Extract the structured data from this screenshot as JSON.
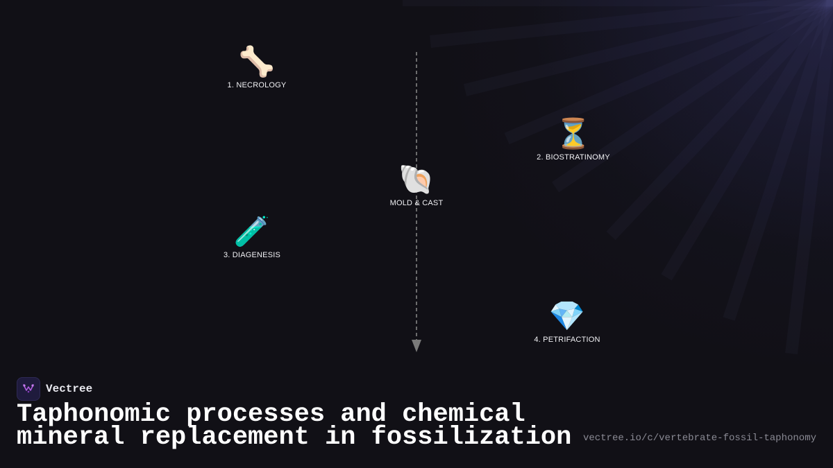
{
  "diagram": {
    "nodes": [
      {
        "id": "necrology",
        "emoji": "🦴",
        "label": "1. NECROLOGY"
      },
      {
        "id": "biostratinomy",
        "emoji": "⏳",
        "label": "2. BIOSTRATINOMY"
      },
      {
        "id": "mold",
        "emoji": "🐚",
        "label": "MOLD & CAST"
      },
      {
        "id": "diagenesis",
        "emoji": "🧪",
        "label": "3. DIAGENESIS"
      },
      {
        "id": "petrifaction",
        "emoji": "💎",
        "label": "4. PETRIFACTION"
      }
    ],
    "colors": {
      "background": "#111016",
      "timeline": "#8a8a8a",
      "label": "#f2f2f5"
    }
  },
  "brand": {
    "name": "Vectree",
    "logo_icon": "vectree-logo-icon",
    "logo_color": "#b05be0"
  },
  "title": "Taphonomic processes and chemical mineral replacement in fossilization",
  "url": "vectree.io/c/vertebrate-fossil-taphonomy"
}
